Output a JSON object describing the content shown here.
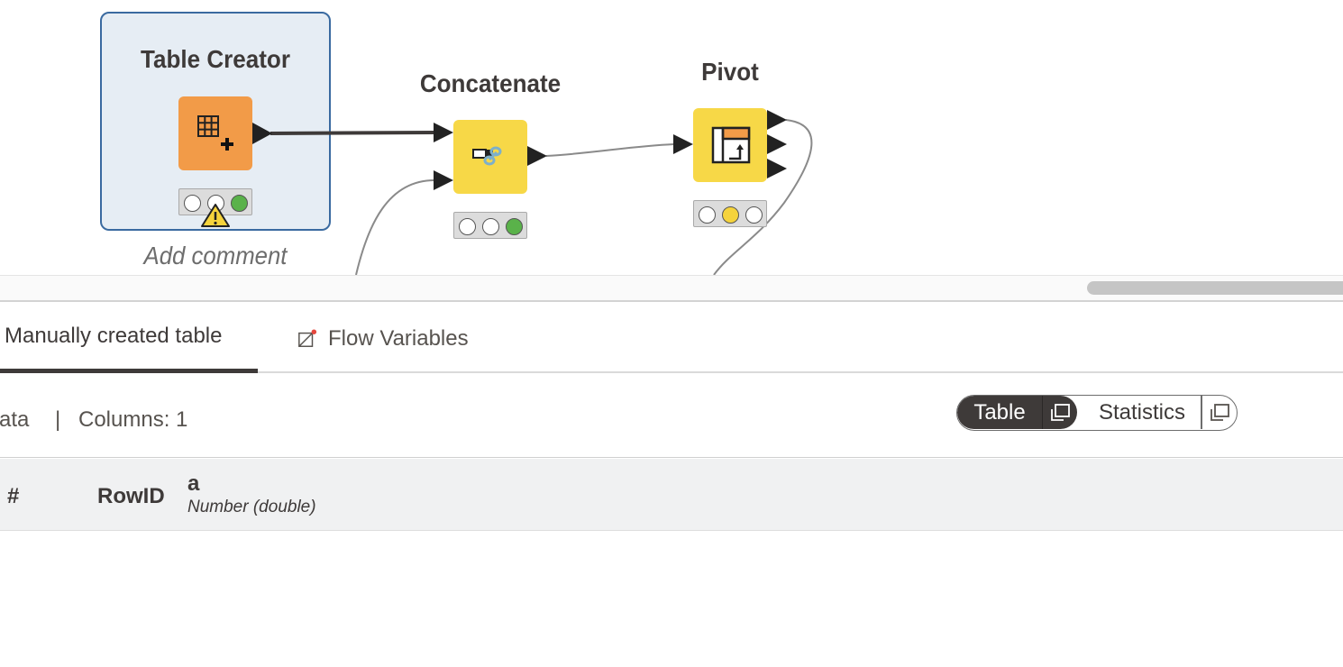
{
  "canvas": {
    "nodes": [
      {
        "title": "Table Creator",
        "icon": "table-creator-icon",
        "status_lights": [
          "off",
          "off",
          "green"
        ],
        "warning": true,
        "comment": "Add comment",
        "color": "#f29b48"
      },
      {
        "title": "Concatenate",
        "icon": "concatenate-icon",
        "status_lights": [
          "off",
          "off",
          "green"
        ],
        "color": "#f7d847"
      },
      {
        "title": "Pivot",
        "icon": "pivot-icon",
        "status_lights": [
          "off",
          "yellow",
          "off"
        ],
        "color": "#f7d847"
      }
    ],
    "selection_color": "#3a6aa0"
  },
  "output_panel": {
    "tabs": [
      {
        "label": "Manually created table",
        "active": true
      },
      {
        "label": "Flow Variables",
        "active": false,
        "icon": "flow-variables-icon"
      }
    ],
    "info": {
      "truncated_prefix": "ata",
      "separator": "|",
      "columns_text": "Columns: 1"
    },
    "view_toggle": {
      "options": [
        "Table",
        "Statistics"
      ],
      "selected": "Table",
      "icon": "open-in-window-icon"
    },
    "table": {
      "columns": [
        {
          "label": "#"
        },
        {
          "label": "RowID"
        },
        {
          "label": "a",
          "type": "Number (double)"
        }
      ],
      "rows": []
    }
  }
}
